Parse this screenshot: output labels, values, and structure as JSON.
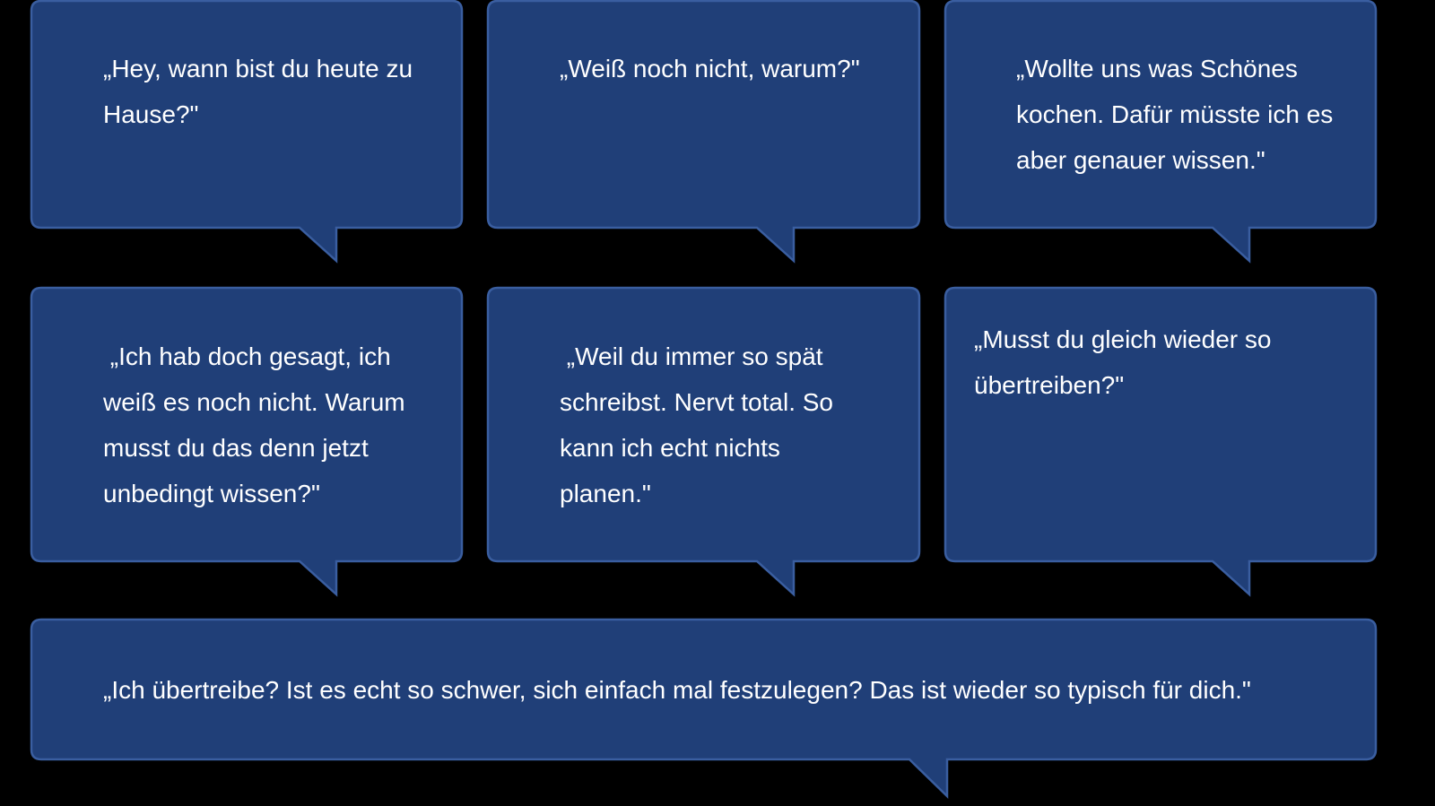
{
  "colors": {
    "background": "#000000",
    "bubble_fill": "#203f78",
    "bubble_border": "#3a5ea0",
    "text": "#ffffff"
  },
  "bubbles": [
    {
      "text": "„Hey, wann bist du heute zu Hause?\""
    },
    {
      "text": "„Weiß noch nicht, warum?\""
    },
    {
      "text": "„Wollte uns was Schönes kochen. Dafür müsste ich es aber genauer wissen.\""
    },
    {
      "text": " „Ich hab doch gesagt, ich weiß es noch nicht. Warum musst du das denn jetzt unbedingt wissen?\""
    },
    {
      "text": " „Weil du immer so spät schreibst. Nervt total. So kann ich echt nichts planen.\""
    },
    {
      "text": "„Musst du gleich wieder so übertreiben?\""
    },
    {
      "text": "„Ich übertreibe? Ist es echt so schwer, sich einfach mal festzulegen? Das ist wieder so typisch für dich.\""
    }
  ]
}
